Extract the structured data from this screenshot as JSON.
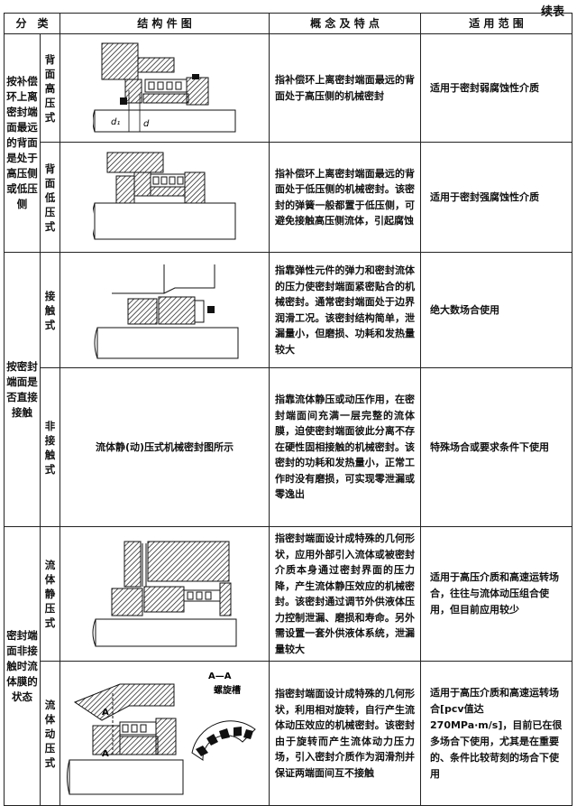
{
  "continuation_label": "续表",
  "headers": {
    "category": "分　类",
    "figure": "结 构 件 图",
    "concept": "概 念 及 特 点",
    "application": "适 用 范 围"
  },
  "groups": [
    {
      "category": "按补偿环上离密封端面最远的背面是处于高压侧或低压侧",
      "rows": [
        {
          "type": "背面高压式",
          "figure_labels": [
            "d₁",
            "d"
          ],
          "concept": "指补偿环上离密封端面最远的背面处于高压侧的机械密封",
          "application": "适用于密封弱腐蚀性介质"
        },
        {
          "type": "背面低压式",
          "concept": "指补偿环上离密封端面最远的背面处于低压侧的机械密封。该密封的弹簧一般都置于低压侧，可避免接触高压侧流体，引起腐蚀",
          "application": "适用于密封强腐蚀性介质"
        }
      ]
    },
    {
      "category": "按密封端面是否直接接触",
      "rows": [
        {
          "type": "接触式",
          "concept": "指靠弹性元件的弹力和密封流体的压力使密封端面紧密贴合的机械密封。通常密封端面处于边界润滑工况。该密封结构简单，泄漏量小，但磨损、功耗和发热量较大",
          "application": "绝大数场合使用"
        },
        {
          "type": "非接触式",
          "figure_text": "流体静(动)压式机械密封图所示",
          "concept": "指靠流体静压或动压作用，在密封端面间充满一层完整的流体膜，迫使密封端面彼此分离不存在硬性固相接触的机械密封。该密封的功耗和发热量小，正常工作时没有磨损，可实现零泄漏或零逸出",
          "application": "特殊场合或要求条件下使用"
        }
      ]
    },
    {
      "category": "密封端面非接触时流体膜的状态",
      "rows": [
        {
          "type": "流体静压式",
          "concept": "指密封端面设计成特殊的几何形状，应用外部引入流体或被密封介质本身通过密封界面的压力降，产生流体静压效应的机械密封。该密封通过调节外供液体压力控制泄漏、磨损和寿命。另外需设置一套外供液体系统，泄漏量较大",
          "application": "适用于高压介质和高速运转场合，往往与流体动压组合使用，但目前应用较少"
        },
        {
          "type": "流体动压式",
          "figure_labels": [
            "A—A",
            "螺旋槽",
            "A",
            "A"
          ],
          "concept": "指密封端面设计成特殊的几何形状，利用相对旋转，自行产生流体动压效应的机械密封。该密封由于旋转而产生流体动力压力场，引入密封介质作为润滑剂并保证两端面间互不接触",
          "application": "适用于高压介质和高速运转场合[pcv值达270MPa·m/s]，目前已在很多场合下使用，尤其是在重要的、条件比较苛刻的场合下使用"
        }
      ]
    }
  ]
}
